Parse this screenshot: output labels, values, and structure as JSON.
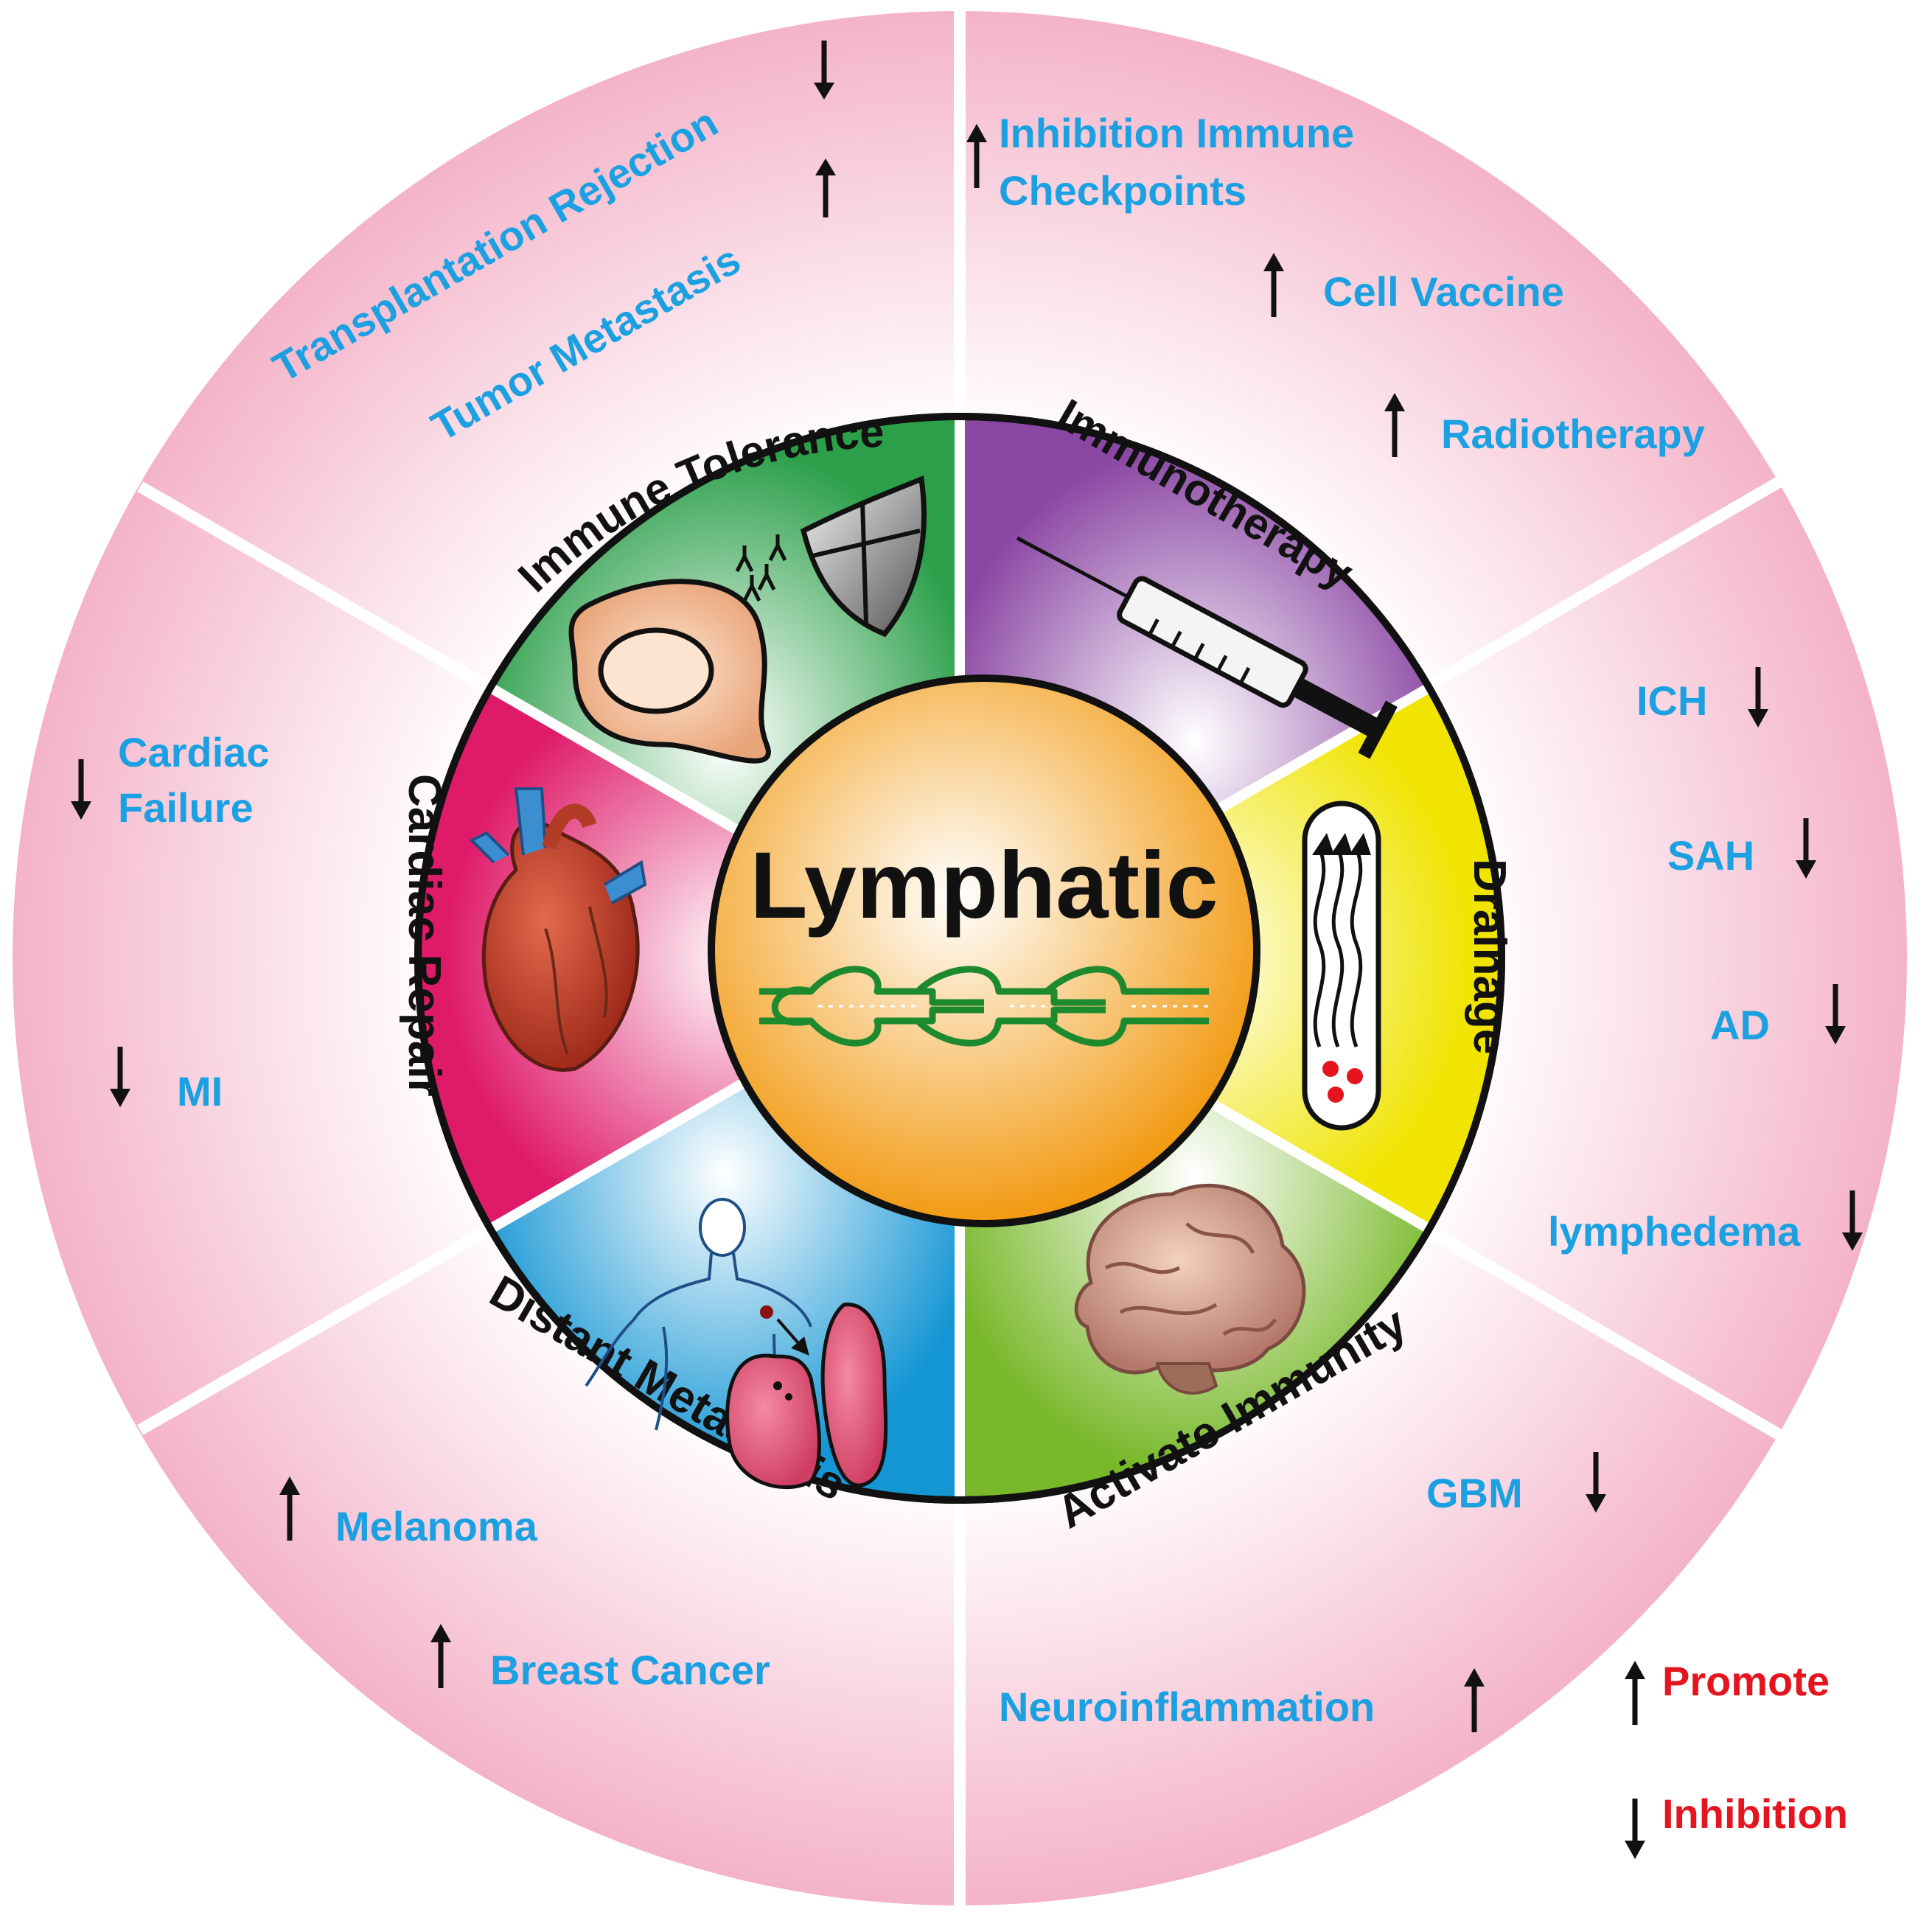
{
  "center": {
    "title": "Lymphatic"
  },
  "sectors": {
    "immune_tolerance": "Immune Tolerance",
    "immunotherapy": "Immunotherapy",
    "drainage": "Drainage",
    "activate_immunity": "Activate Immunity",
    "distant_metastasis": "Distant Metastasis",
    "cardiac_repair": "Cardiac Repair"
  },
  "outer": {
    "transplantation_rejection": "Transplantation Rejection",
    "tumor_metastasis": "Tumor Metastasis",
    "inhibition_immune_1": "Inhibition Immune",
    "inhibition_immune_2": "Checkpoints",
    "cell_vaccine": "Cell Vaccine",
    "radiotherapy": "Radiotherapy",
    "ich": "ICH",
    "sah": "SAH",
    "ad": "AD",
    "lymphedema": "lymphedema",
    "gbm": "GBM",
    "neuroinflammation": "Neuroinflammation",
    "melanoma": "Melanoma",
    "breast_cancer": "Breast Cancer",
    "cardiac_failure_1": "Cardiac",
    "cardiac_failure_2": "Failure",
    "mi": "MI"
  },
  "legend": {
    "promote": "Promote",
    "inhibition": "Inhibition"
  },
  "colors": {
    "outer_ring": "#f5b8cc",
    "immune_tolerance": "#2fa84f",
    "immunotherapy": "#8d4aa6",
    "drainage": "#f2e600",
    "activate_immunity": "#7dbb2a",
    "distant_metastasis": "#1b9ad6",
    "cardiac_repair": "#e01f6b",
    "center": "#f3a21c",
    "label_blue": "#1ba1e2",
    "label_red": "#e4151f"
  }
}
